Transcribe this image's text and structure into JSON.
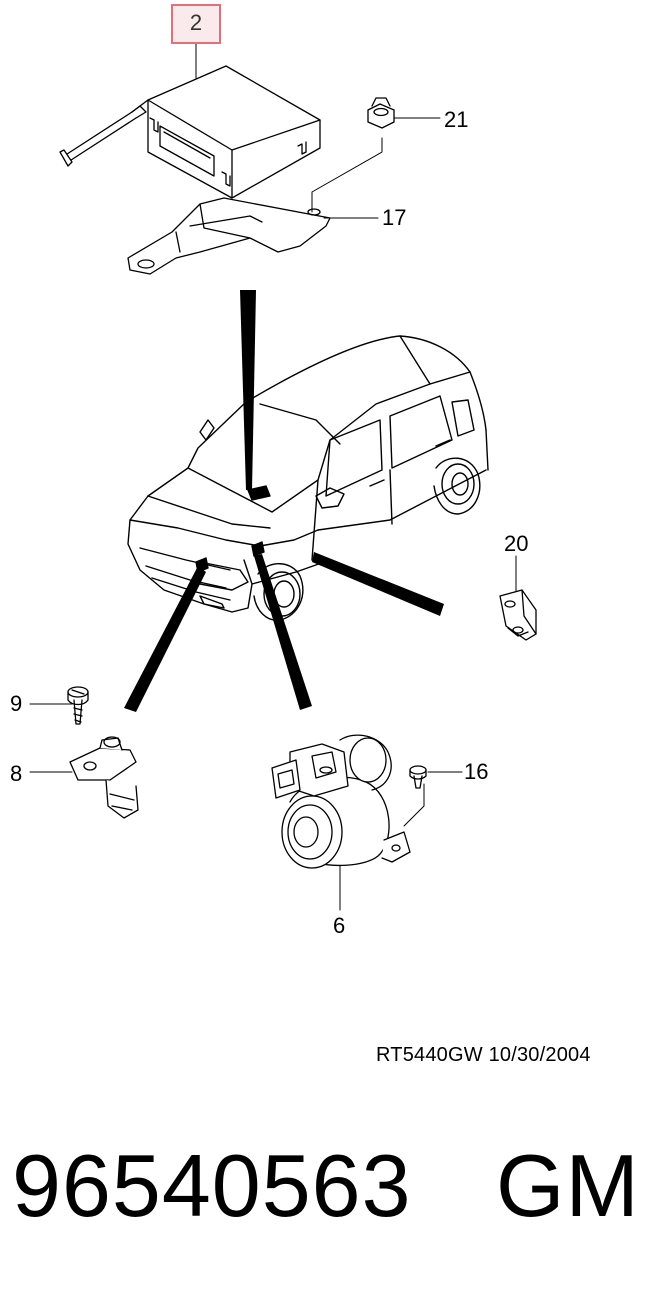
{
  "callouts": {
    "c2": "2",
    "c21": "21",
    "c17": "17",
    "c20": "20",
    "c9": "9",
    "c8": "8",
    "c16": "16",
    "c6": "6"
  },
  "drawing_code": "RT5440GW  10/30/2004",
  "part_number": "96540563",
  "brand": "GM",
  "colors": {
    "line": "#000000",
    "highlight_border": "#e0707a",
    "highlight_fill": "#fbeaec"
  }
}
